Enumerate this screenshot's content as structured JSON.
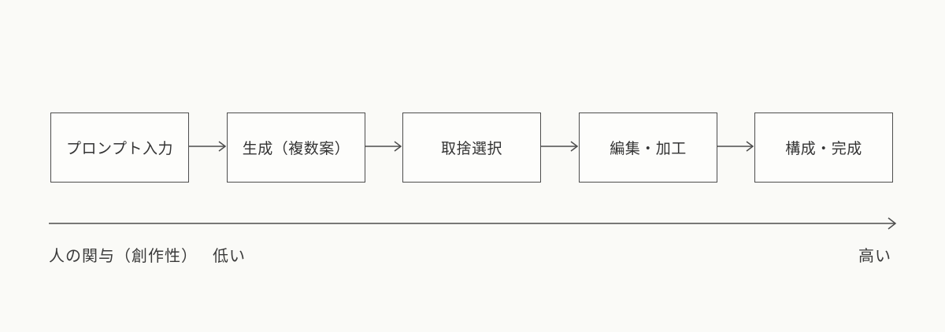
{
  "flow": {
    "steps": [
      {
        "label": "プロンプト入力"
      },
      {
        "label": "生成（複数案）"
      },
      {
        "label": "取捨選択"
      },
      {
        "label": "編集・加工"
      },
      {
        "label": "構成・完成"
      }
    ]
  },
  "axis": {
    "title": "人の関与（創作性）",
    "min_label": "低い",
    "max_label": "高い"
  },
  "colors": {
    "background": "#FAFAF7",
    "line": "#4D4D4D",
    "text": "#333333"
  }
}
